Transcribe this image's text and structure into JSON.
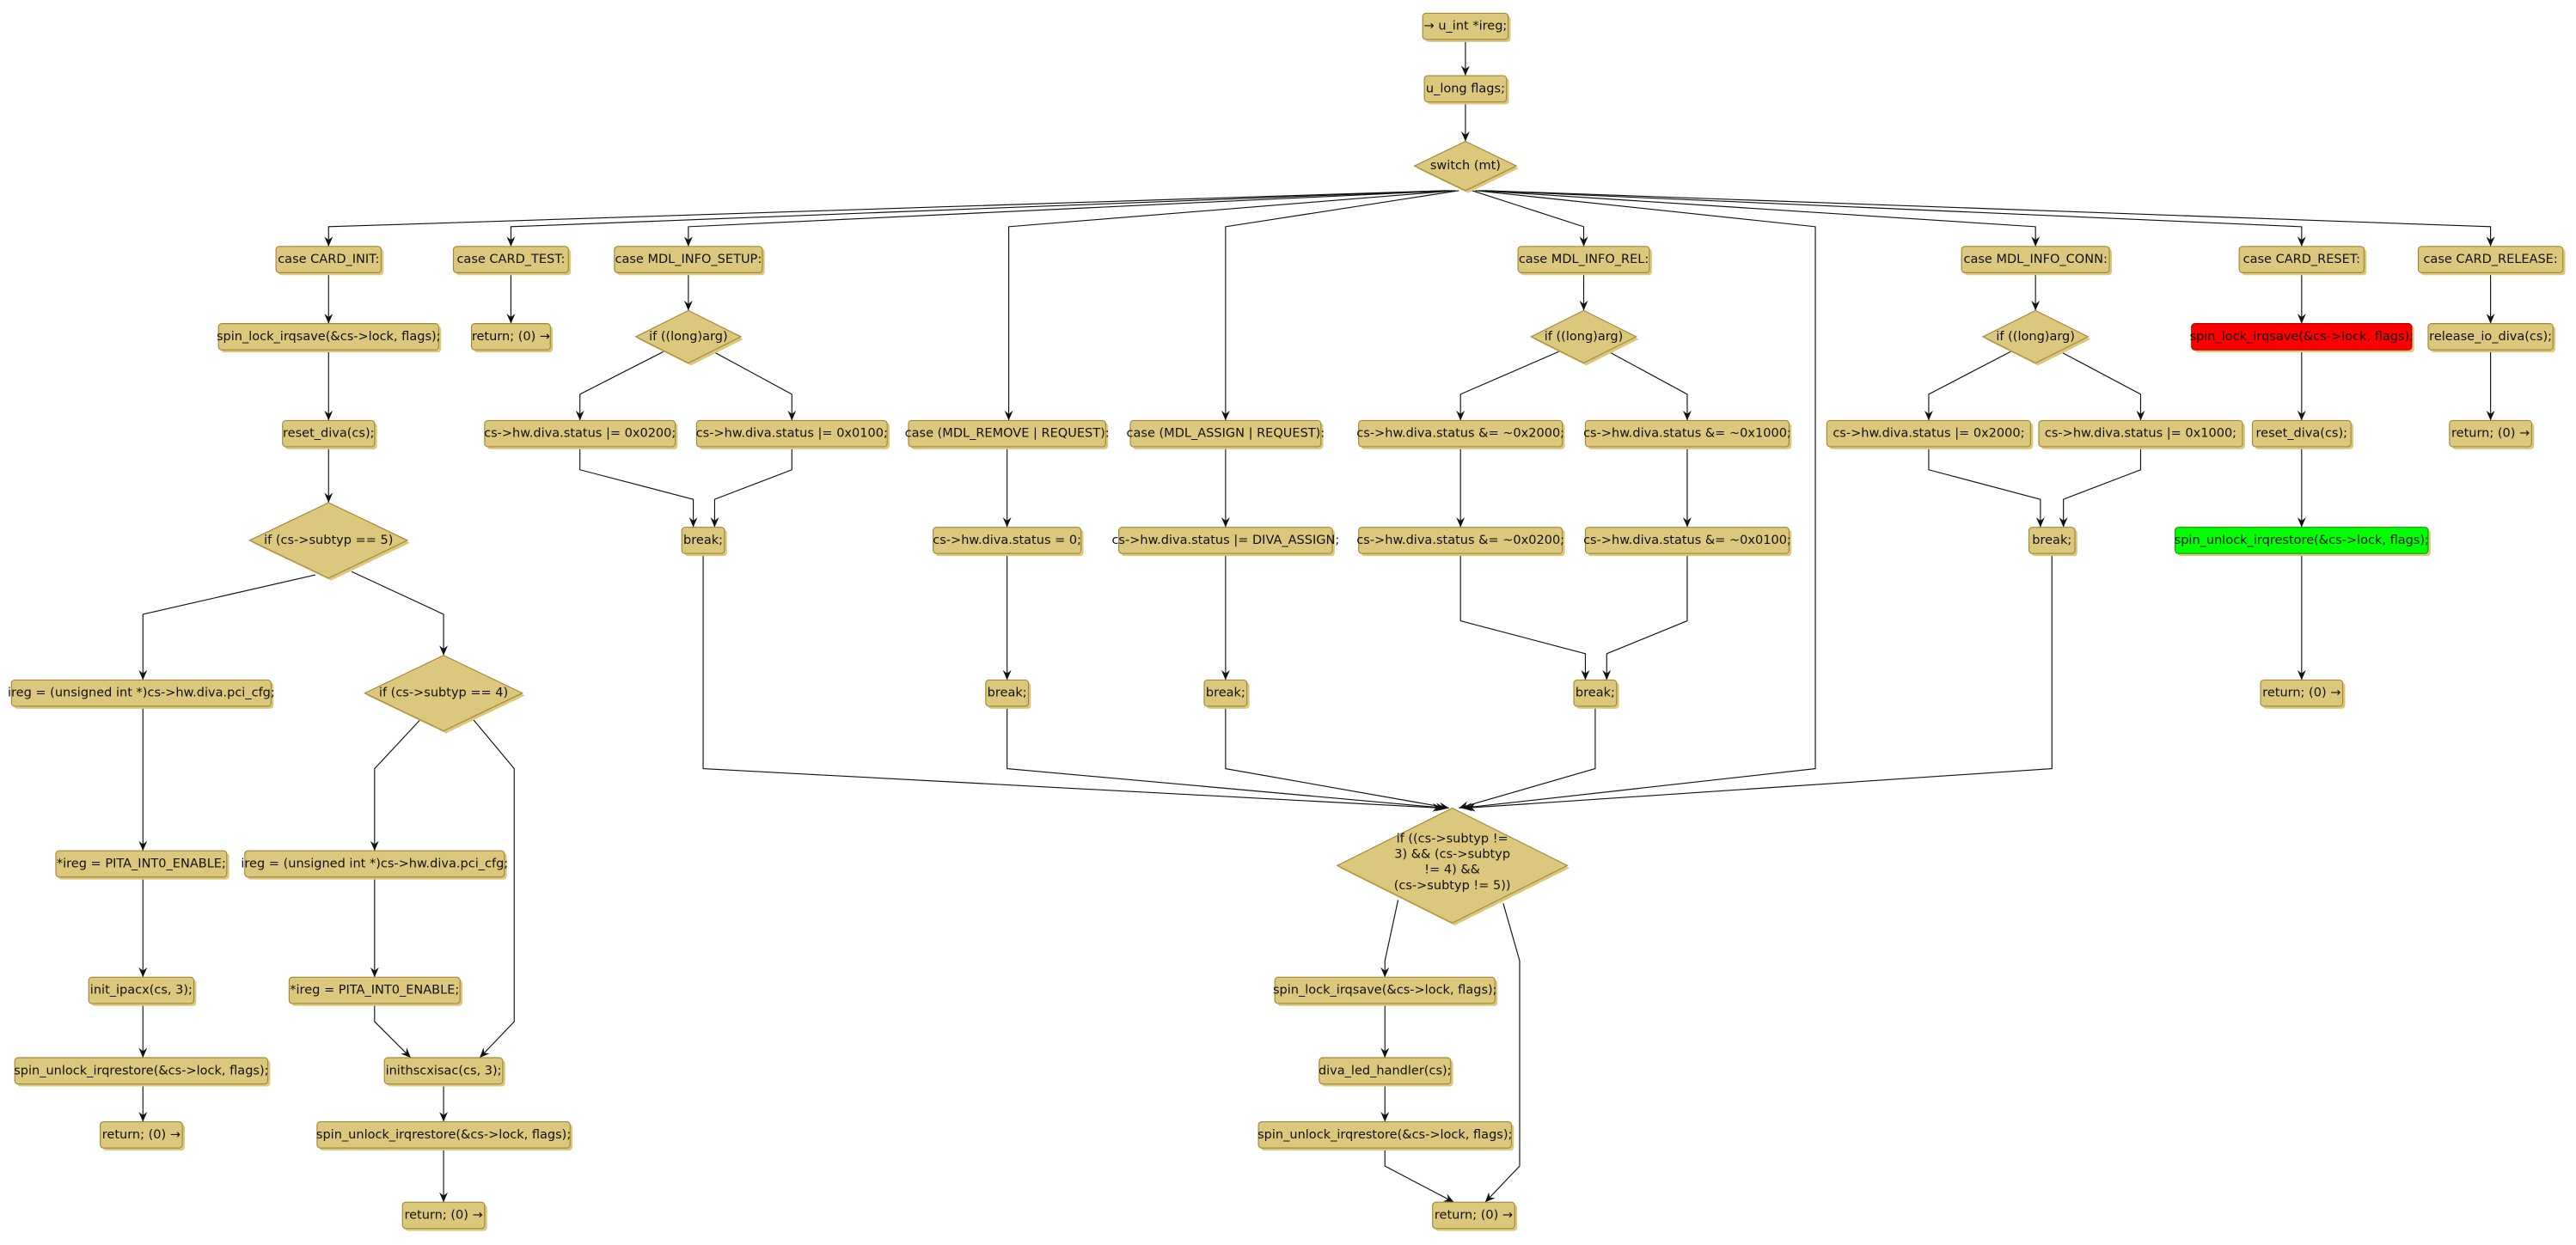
{
  "colors": {
    "node_fill": "#DBC87D",
    "node_border": "#A08838",
    "highlight_red": "#FF0000",
    "highlight_green": "#00FF00"
  },
  "nodes": {
    "start": "→ u_int *ireg;",
    "flags": "u_long flags;",
    "switch": "switch (mt)",
    "case_card_init": "case CARD_INIT:",
    "case_card_test": "case CARD_TEST:",
    "case_mdl_info_setup": "case MDL_INFO_SETUP:",
    "case_mdl_info_rel": "case MDL_INFO_REL:",
    "case_mdl_info_conn": "case MDL_INFO_CONN:",
    "case_card_reset": "case CARD_RESET:",
    "case_card_release": "case CARD_RELEASE:",
    "init_lock": "spin_lock_irqsave(&cs->lock, flags);",
    "test_return": "return; (0) →",
    "setup_if": "if ((long)arg)",
    "rel_if": "if ((long)arg)",
    "conn_if": "if ((long)arg)",
    "reset_lock": "spin_lock_irqsave(&cs->lock, flags);",
    "release_io": "release_io_diva(cs);",
    "init_reset": "reset_diva(cs);",
    "setup_0200": "cs->hw.diva.status |=  0x0200;",
    "setup_0100": "cs->hw.diva.status |=  0x0100;",
    "case_mdl_remove": "case (MDL_REMOVE | REQUEST):",
    "case_mdl_assign": "case (MDL_ASSIGN | REQUEST):",
    "rel_2000": "cs->hw.diva.status &=  ~0x2000;",
    "rel_1000": "cs->hw.diva.status &=  ~0x1000;",
    "conn_2000": "cs->hw.diva.status |=  0x2000;",
    "conn_1000": "cs->hw.diva.status |=  0x1000;",
    "reset_reset": "reset_diva(cs);",
    "release_return": "return; (0) →",
    "init_if5": "if (cs->subtyp == 5)",
    "setup_break": "break;",
    "remove_status": "cs->hw.diva.status = 0;",
    "assign_status": "cs->hw.diva.status |= DIVA_ASSIGN;",
    "rel_0200": "cs->hw.diva.status &=  ~0x0200;",
    "rel_0100": "cs->hw.diva.status &=  ~0x0100;",
    "conn_break": "break;",
    "reset_unlock": "spin_unlock_irqrestore(&cs->lock, flags);",
    "init5_ireg": "ireg = (unsigned int *)cs->hw.diva.pci_cfg;",
    "init_if4": "if (cs->subtyp == 4)",
    "remove_break": "break;",
    "assign_break": "break;",
    "rel_break": "break;",
    "reset_return": "return; (0) →",
    "big_if": [
      "if ((cs->subtyp !=",
      "3) && (cs->subtyp",
      "!= 4) &&",
      "(cs->subtyp != 5))"
    ],
    "init5_enable": "*ireg = PITA_INT0_ENABLE;",
    "init4_ireg": "ireg = (unsigned int *)cs->hw.diva.pci_cfg;",
    "init5_ipacx": "init_ipacx(cs, 3);",
    "init4_enable": "*ireg = PITA_INT0_ENABLE;",
    "led_lock": "spin_lock_irqsave(&cs->lock, flags);",
    "init5_unlock": "spin_unlock_irqrestore(&cs->lock, flags);",
    "init4_hscx": "inithscxisac(cs, 3);",
    "led_handler": "diva_led_handler(cs);",
    "init5_return": "return; (0) →",
    "init4_unlock": "spin_unlock_irqrestore(&cs->lock, flags);",
    "led_unlock": "spin_unlock_irqrestore(&cs->lock, flags);",
    "init4_return": "return; (0) →",
    "final_return": "return; (0) →"
  }
}
